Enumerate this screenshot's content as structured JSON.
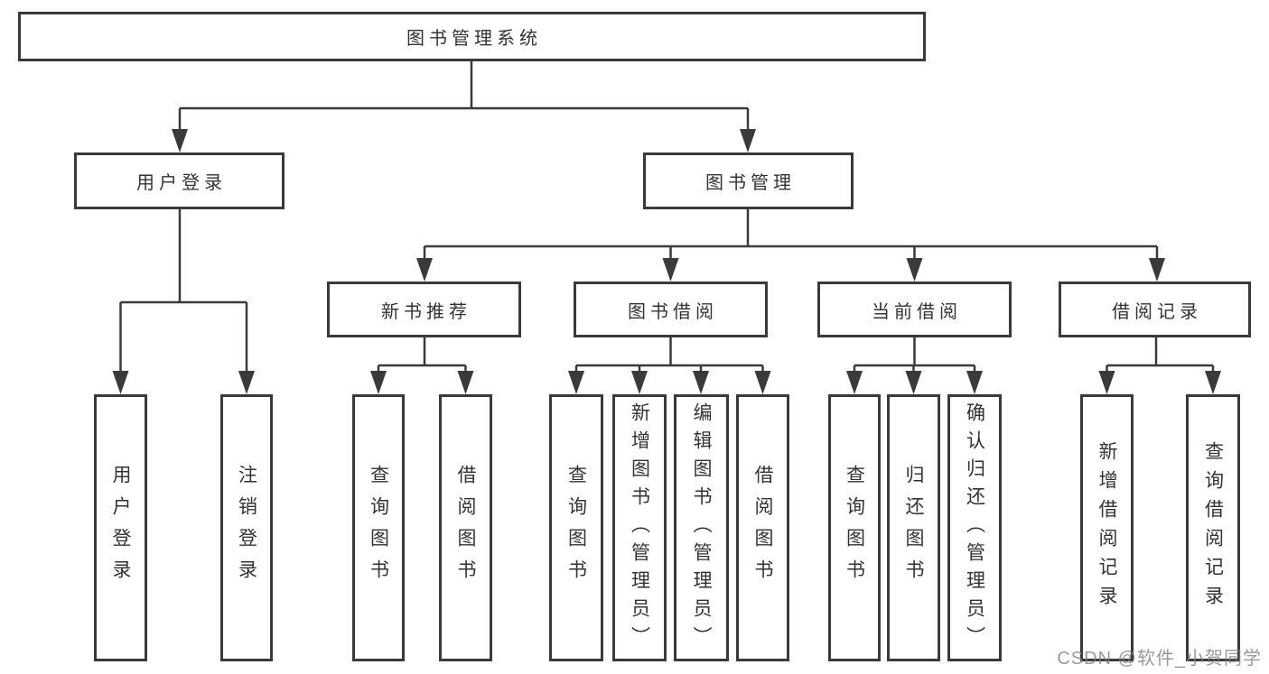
{
  "colors": {
    "line": "#3a3a3a",
    "text": "#333333",
    "background": "#ffffff",
    "watermark": "#808080"
  },
  "watermark": "CSDN @软件_小贺同学",
  "tree": {
    "root": {
      "label": "图书管理系统"
    },
    "children": [
      {
        "label": "用户登录",
        "children": [
          {
            "label": "用户登录"
          },
          {
            "label": "注销登录"
          }
        ]
      },
      {
        "label": "图书管理",
        "children": [
          {
            "label": "新书推荐",
            "children": [
              {
                "label": "查询图书"
              },
              {
                "label": "借阅图书"
              }
            ]
          },
          {
            "label": "图书借阅",
            "children": [
              {
                "label": "查询图书"
              },
              {
                "label": "新增图书（管理员）"
              },
              {
                "label": "编辑图书（管理员）"
              },
              {
                "label": "借阅图书"
              }
            ]
          },
          {
            "label": "当前借阅",
            "children": [
              {
                "label": "查询图书"
              },
              {
                "label": "归还图书"
              },
              {
                "label": "确认归还（管理员）"
              }
            ]
          },
          {
            "label": "借阅记录",
            "children": [
              {
                "label": "新增借阅记录"
              },
              {
                "label": "查询借阅记录"
              }
            ]
          }
        ]
      }
    ]
  }
}
